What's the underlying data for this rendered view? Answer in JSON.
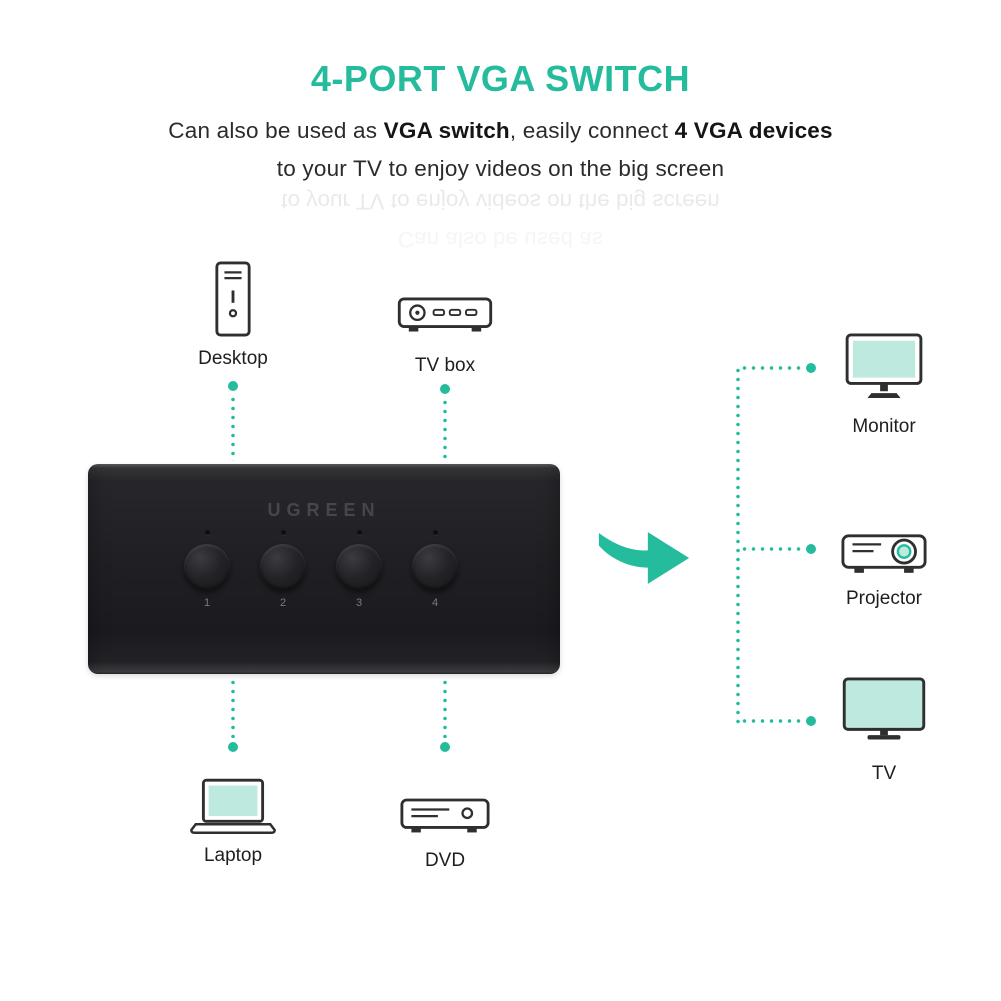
{
  "header": {
    "title": "4-PORT VGA SWITCH",
    "sub": {
      "seg1": "Can also be used as ",
      "seg2": "VGA switch",
      "seg3": ", easily connect ",
      "seg4": "4 VGA devices",
      "line2": "to your TV to enjoy videos on the big screen"
    }
  },
  "switch": {
    "brand": "UGREEN",
    "buttons": [
      "1",
      "2",
      "3",
      "4"
    ]
  },
  "inputs": [
    {
      "label": "Desktop"
    },
    {
      "label": "TV box"
    },
    {
      "label": "Laptop"
    },
    {
      "label": "DVD"
    }
  ],
  "outputs": [
    {
      "label": "Monitor"
    },
    {
      "label": "Projector"
    },
    {
      "label": "TV"
    }
  ],
  "icons": {
    "desktop": "desktop-tower-icon",
    "tv_box": "tv-box-icon",
    "laptop": "laptop-icon",
    "dvd": "dvd-player-icon",
    "monitor": "monitor-icon",
    "projector": "projector-icon",
    "tv": "tv-icon",
    "arrow": "arrow-right-icon"
  },
  "colors": {
    "accent": "#25bc9d",
    "screen_fill": "#bde9de",
    "switch_body": "#1d1d21",
    "text": "#2b2b2b"
  }
}
